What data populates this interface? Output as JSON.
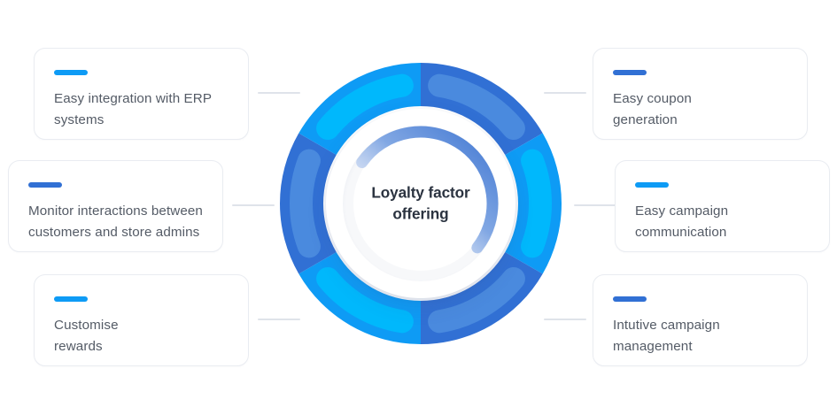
{
  "center": {
    "label": "Loyalty factor\noffering",
    "text_color": "#2b3340",
    "arc_color_start": "#ffffff",
    "arc_color_end": "#4177d2"
  },
  "palette": {
    "bright_blue": "#0e9bf5",
    "bright_blue_accent": "#00b8fc",
    "royal_blue": "#3170d4",
    "royal_blue_accent": "#4a8ade",
    "connector": "#dfe3ea",
    "card_border": "#e9ecf1",
    "card_text": "#545b66"
  },
  "chart_data": {
    "type": "pie",
    "title": "Loyalty factor offering",
    "subtitle": "",
    "donut": true,
    "inner_radius_ratio": 0.69,
    "legend_position": "outside-both-sides",
    "categories": [
      "Easy coupon generation",
      "Easy campaign communication",
      "Intutive campaign management",
      "Customise rewards",
      "Monitor interactions between customers and store admins",
      "Easy integration with ERP systems"
    ],
    "values": [
      1,
      1,
      1,
      1,
      1,
      1
    ],
    "slice_degrees": [
      60,
      60,
      60,
      60,
      60,
      60
    ],
    "colors": [
      "#3170d4",
      "#0e9bf5",
      "#3170d4",
      "#0e9bf5",
      "#3170d4",
      "#0e9bf5"
    ],
    "accent_colors": [
      "#4a8ade",
      "#00b8fc",
      "#4a8ade",
      "#00b8fc",
      "#4a8ade",
      "#00b8fc"
    ],
    "start_angle_deg": 0,
    "direction": "clockwise"
  },
  "segments": [
    {
      "index": 0,
      "start_deg": 0,
      "end_deg": 60,
      "color": "#3170d4",
      "accent": "#4a8ade",
      "name": "segment-easy-coupon-generation"
    },
    {
      "index": 1,
      "start_deg": 60,
      "end_deg": 120,
      "color": "#0e9bf5",
      "accent": "#00b8fc",
      "name": "segment-easy-campaign-communication"
    },
    {
      "index": 2,
      "start_deg": 120,
      "end_deg": 180,
      "color": "#3170d4",
      "accent": "#4a8ade",
      "name": "segment-intutive-campaign-management"
    },
    {
      "index": 3,
      "start_deg": 180,
      "end_deg": 240,
      "color": "#0e9bf5",
      "accent": "#00b8fc",
      "name": "segment-customise-rewards"
    },
    {
      "index": 4,
      "start_deg": 240,
      "end_deg": 300,
      "color": "#3170d4",
      "accent": "#4a8ade",
      "name": "segment-monitor-interactions"
    },
    {
      "index": 5,
      "start_deg": 300,
      "end_deg": 360,
      "color": "#0e9bf5",
      "accent": "#00b8fc",
      "name": "segment-easy-integration-erp"
    }
  ],
  "cards_left": [
    {
      "id": "easy-integration-erp",
      "text": "Easy integration with ERP\nsystems",
      "dash_color": "#0e9bf5"
    },
    {
      "id": "monitor-interactions",
      "text": "Monitor interactions between\ncustomers and store admins",
      "dash_color": "#3170d4"
    },
    {
      "id": "customise-rewards",
      "text": "Customise\nrewards",
      "dash_color": "#0e9bf5"
    }
  ],
  "cards_right": [
    {
      "id": "easy-coupon-generation",
      "text": "Easy coupon\ngeneration",
      "dash_color": "#3170d4"
    },
    {
      "id": "easy-campaign-communication",
      "text": "Easy campaign\ncommunication",
      "dash_color": "#0e9bf5"
    },
    {
      "id": "intutive-campaign-management",
      "text": "Intutive campaign\nmanagement",
      "dash_color": "#3170d4"
    }
  ]
}
